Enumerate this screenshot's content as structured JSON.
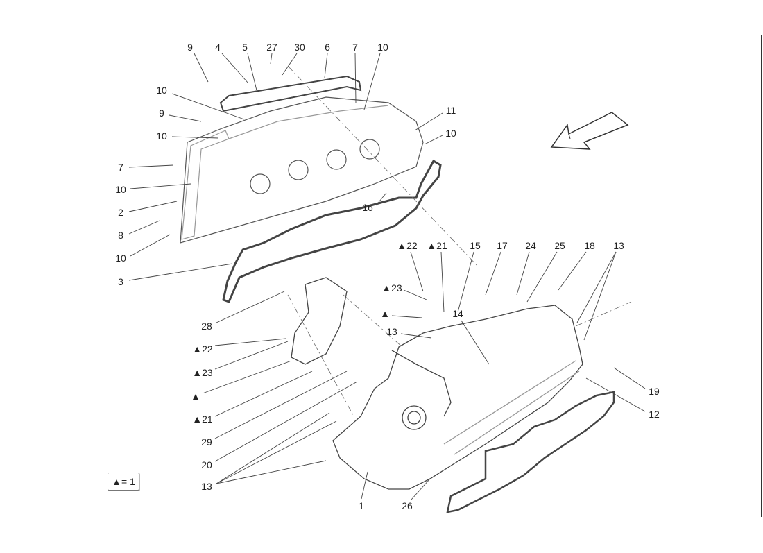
{
  "diagram": {
    "callouts": [
      "9",
      "4",
      "5",
      "27",
      "30",
      "6",
      "7",
      "10",
      "10",
      "9",
      "10",
      "11",
      "10",
      "7",
      "10",
      "2",
      "8",
      "10",
      "16",
      "3",
      "▲22",
      "▲21",
      "15",
      "17",
      "24",
      "25",
      "18",
      "13",
      "▲23",
      "▲",
      "14",
      "13",
      "28",
      "▲22",
      "▲23",
      "▲",
      "▲21",
      "29",
      "20",
      "19",
      "12",
      "13",
      "1",
      "26"
    ],
    "legend": "▲= 1",
    "colors": {
      "line": "#333333",
      "part": "#555555",
      "part_light": "#bbbbbb"
    }
  }
}
